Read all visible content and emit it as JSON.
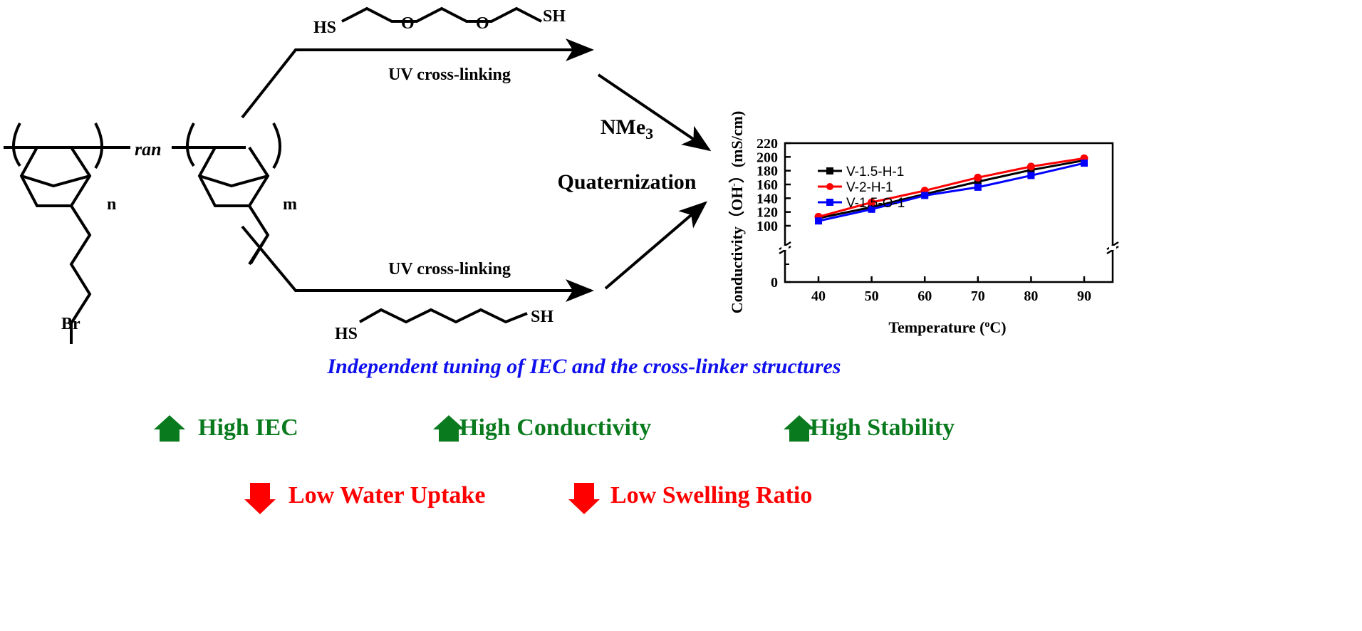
{
  "polymer": {
    "ran": "ran",
    "n": "n",
    "m": "m",
    "br": "Br"
  },
  "top_route": {
    "label": "UV cross-linking",
    "hs_left": "HS",
    "hs_right": "SH",
    "o1": "O",
    "o2": "O"
  },
  "bottom_route": {
    "label": "UV cross-linking",
    "hs_left": "HS",
    "hs_right": "SH"
  },
  "quaternization": {
    "line1": "NMe",
    "sub": "3",
    "line2": "Quaternization"
  },
  "subtitle": "Independent tuning of IEC and the cross-linker structures",
  "benefits_up": [
    "High IEC",
    "High Conductivity",
    "High Stability"
  ],
  "benefits_down": [
    "Low Water Uptake",
    "Low Swelling Ratio"
  ],
  "colors": {
    "up": "#0a7a1e",
    "down": "#ff0000",
    "subtitle": "#1010ee"
  },
  "chart_data": {
    "type": "line",
    "xlabel": "Temperature (oC)",
    "ylabel": "Conductivity（OH-）(mS/cm)",
    "x": [
      40,
      50,
      60,
      70,
      80,
      90
    ],
    "xticks": [
      "40",
      "50",
      "60",
      "70",
      "80",
      "90"
    ],
    "yticks": [
      "0",
      "100",
      "120",
      "140",
      "160",
      "180",
      "200",
      "220"
    ],
    "ylim": [
      0,
      220
    ],
    "axis_break": true,
    "legend_position": "top-left",
    "series": [
      {
        "name": "V-1.5-H-1",
        "color": "#000000",
        "marker": "square",
        "values": [
          111,
          127,
          146,
          164,
          181,
          195
        ]
      },
      {
        "name": "V-2-H-1",
        "color": "#ff0000",
        "marker": "circle",
        "values": [
          113,
          134,
          151,
          170,
          186,
          198
        ]
      },
      {
        "name": "V-1.5-O-1",
        "color": "#0000ff",
        "marker": "square",
        "values": [
          107,
          124,
          144,
          156,
          173,
          191
        ]
      }
    ]
  }
}
